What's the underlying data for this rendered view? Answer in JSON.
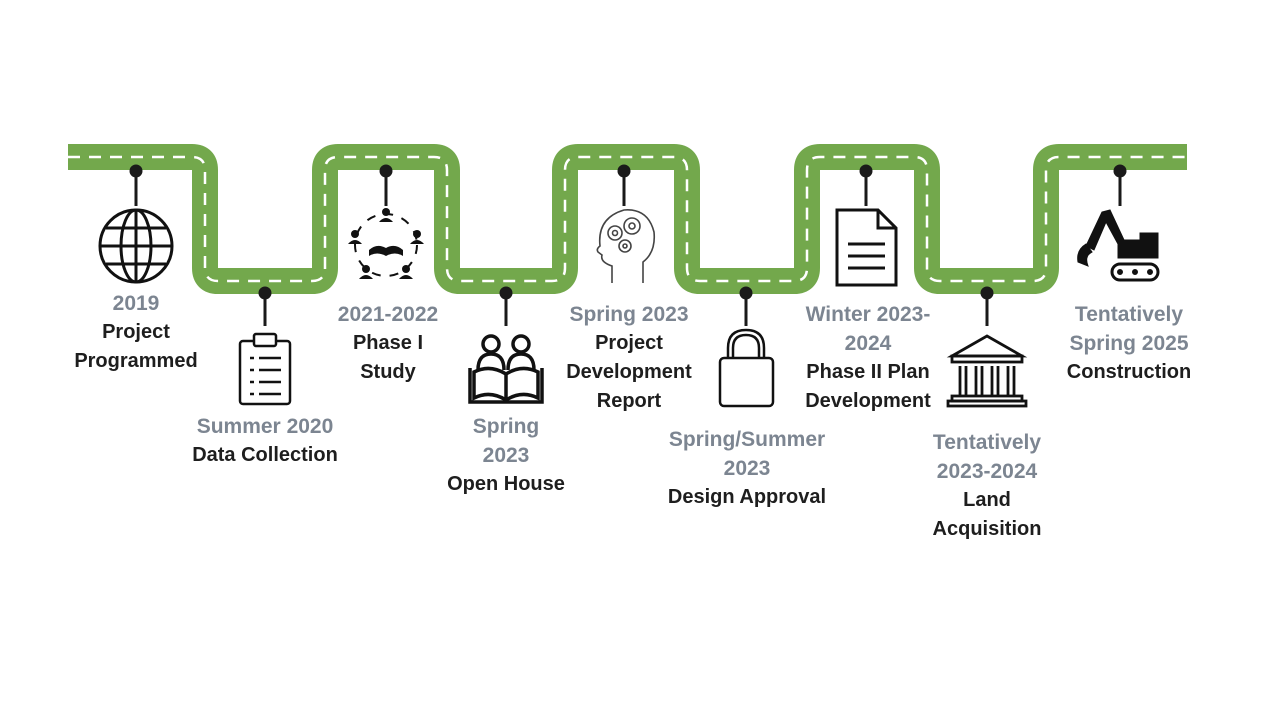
{
  "road_color": "#73a84c",
  "milestones": [
    {
      "id": "m1",
      "date": [
        "2019"
      ],
      "label": [
        "Project",
        "Programmed"
      ],
      "icon": "globe-icon"
    },
    {
      "id": "m2",
      "date": [
        "Summer 2020"
      ],
      "label": [
        "Data Collection"
      ],
      "icon": "clipboard-icon"
    },
    {
      "id": "m3",
      "date": [
        "2021-2022"
      ],
      "label": [
        "Phase I",
        "Study"
      ],
      "icon": "community-reading-icon"
    },
    {
      "id": "m4",
      "date": [
        "Spring",
        "2023"
      ],
      "label": [
        "Open House"
      ],
      "icon": "people-reading-book-icon"
    },
    {
      "id": "m5",
      "date": [
        "Spring 2023"
      ],
      "label": [
        "Project",
        "Development",
        "Report"
      ],
      "icon": "head-gears-icon"
    },
    {
      "id": "m6",
      "date": [
        "Spring/Summer",
        "2023"
      ],
      "label": [
        "Design Approval"
      ],
      "icon": "padlock-icon"
    },
    {
      "id": "m7",
      "date": [
        "Winter 2023-",
        "2024"
      ],
      "label": [
        "Phase II Plan",
        "Development"
      ],
      "icon": "document-icon"
    },
    {
      "id": "m8",
      "date": [
        "Tentatively",
        "2023-2024"
      ],
      "label": [
        "Land",
        "Acquisition"
      ],
      "icon": "courthouse-icon"
    },
    {
      "id": "m9",
      "date": [
        "Tentatively",
        "Spring 2025"
      ],
      "label": [
        "Construction"
      ],
      "icon": "excavator-icon"
    }
  ]
}
